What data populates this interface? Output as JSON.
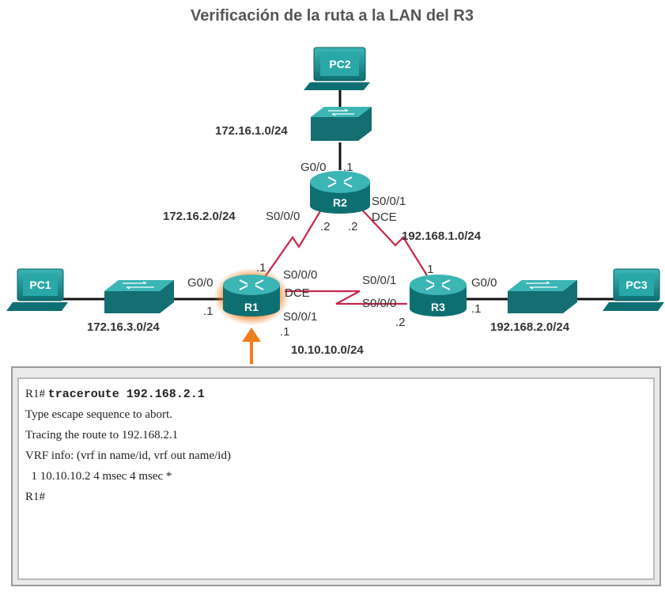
{
  "title": "Verificación de la ruta a la LAN del R3",
  "devices": {
    "pc1": "PC1",
    "pc2": "PC2",
    "pc3": "PC3",
    "r1": "R1",
    "r2": "R2",
    "r3": "R3"
  },
  "networks": {
    "pc2_lan": "172.16.1.0/24",
    "r1_r2": "172.16.2.0/24",
    "r2_r3": "192.168.1.0/24",
    "pc1_lan": "172.16.3.0/24",
    "r1_r3": "10.10.10.0/24",
    "pc3_lan": "192.168.2.0/24"
  },
  "interfaces": {
    "r2_g00": "G0/0",
    "r2_g00_host": ".1",
    "r2_s000": "S0/0/0",
    "r2_s001": "S0/0/1",
    "r2_dce": "DCE",
    "r2_left_host": ".2",
    "r2_right_host": ".2",
    "r1_g00": "G0/0",
    "r1_g00_host": ".1",
    "r1_top_host": ".1",
    "r1_s000": "S0/0/0",
    "r1_dce": "DCE",
    "r1_s001": "S0/0/1",
    "r1_bottom_host": ".1",
    "r3_top_host": ".1",
    "r3_s001": "S0/0/1",
    "r3_s000": "S0/0/0",
    "r3_bottom_host": ".2",
    "r3_g00": "G0/0",
    "r3_g00_host": ".1"
  },
  "terminal": {
    "prompt1": "R1# ",
    "command": "traceroute 192.168.2.1",
    "lines": [
      "Type escape sequence to abort.",
      "Tracing the route to 192.168.2.1",
      "VRF info: (vrf in name/id, vrf out name/id)",
      "  1 10.10.10.2 4 msec 4 msec *",
      "R1#"
    ]
  },
  "colors": {
    "device": "#1c8f8f",
    "serial_link": "#c8284a",
    "highlight": "#f07d19"
  }
}
